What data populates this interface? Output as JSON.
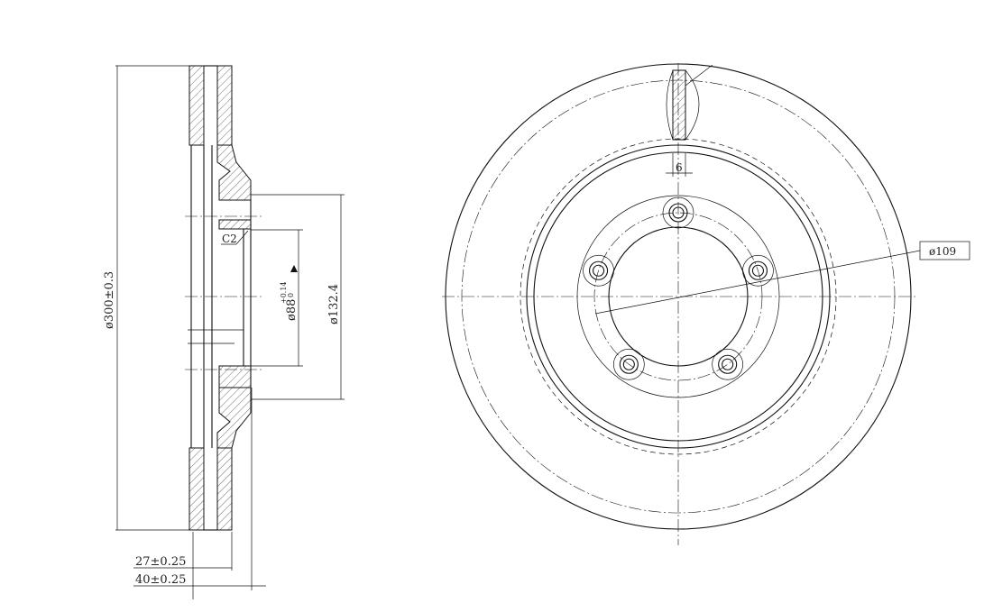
{
  "side_view": {
    "outer_diameter": "ø300±0.3",
    "bore_diameter": "ø88",
    "bore_tol_upper": "+0.14",
    "bore_tol_lower": "0",
    "hat_diameter": "ø132.4",
    "chamfer": "C2",
    "height_inner": "27±0.25",
    "height_total": "40±0.25"
  },
  "front_view": {
    "vent_width": "6",
    "pcd": "ø109",
    "bolt_holes": 5
  }
}
